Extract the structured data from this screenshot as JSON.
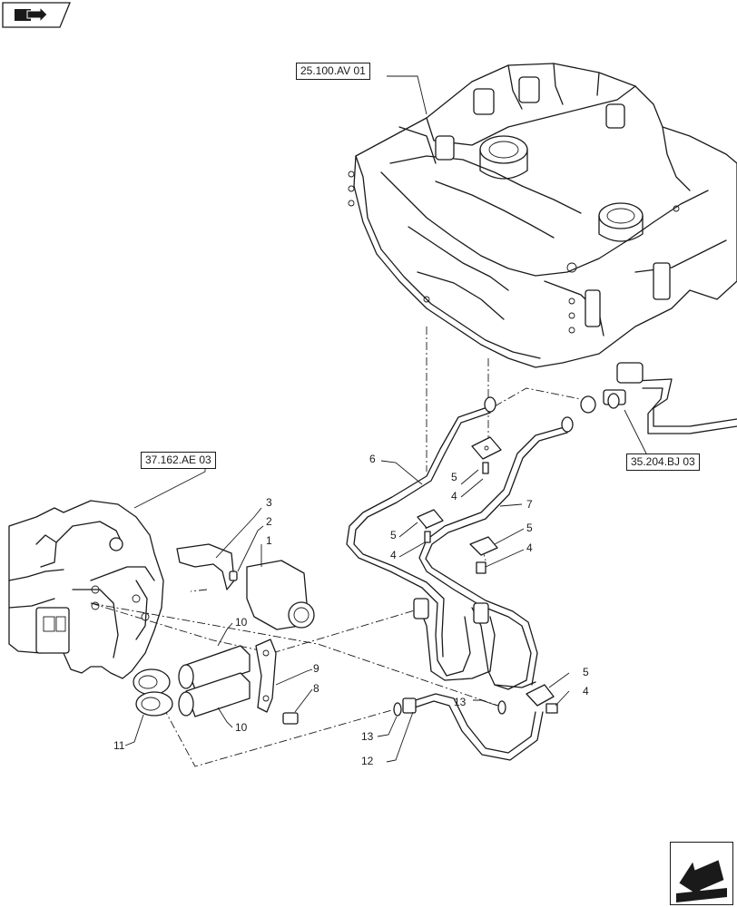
{
  "nav": {
    "top_icon": "folder-arrow-icon",
    "bottom_icon": "arrow-return-icon"
  },
  "references": {
    "frame": "25.100.AV 01",
    "hitch": "37.162.AE 03",
    "valve": "35.204.BJ 03"
  },
  "callouts": [
    "1",
    "2",
    "3",
    "4",
    "4",
    "4",
    "4",
    "5",
    "5",
    "5",
    "5",
    "6",
    "7",
    "8",
    "9",
    "10",
    "10",
    "11",
    "12",
    "13",
    "13"
  ]
}
